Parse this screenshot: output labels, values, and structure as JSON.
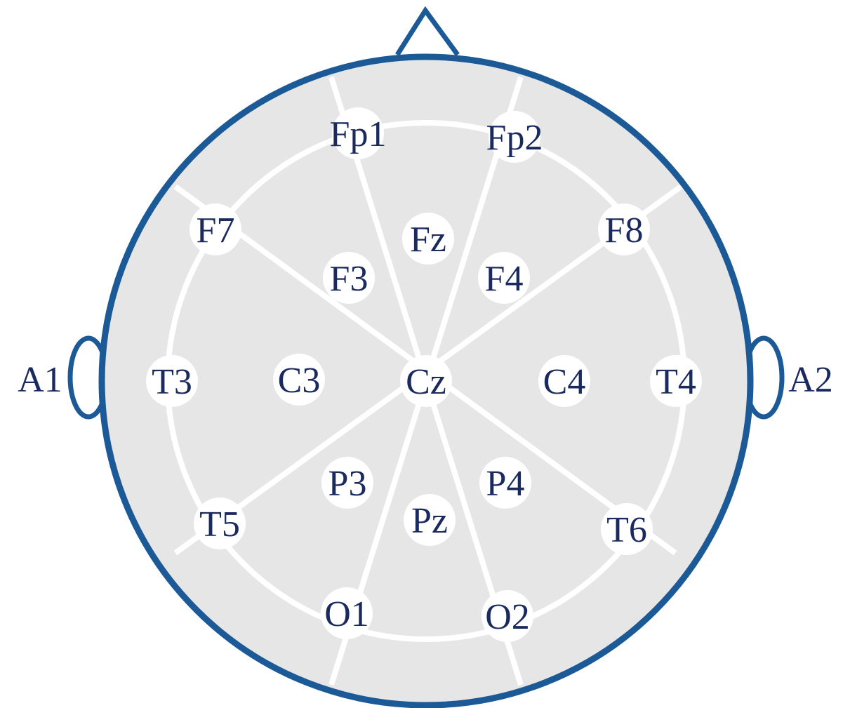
{
  "colors": {
    "outline": "#1b5a96",
    "scalp_fill": "#e6e6e6",
    "guide_lines": "#ffffff",
    "electrode_fill": "#ffffff",
    "label_text": "#1a2a5e"
  },
  "electrodes": [
    {
      "id": "fp1",
      "label": "Fp1"
    },
    {
      "id": "fp2",
      "label": "Fp2"
    },
    {
      "id": "f7",
      "label": "F7"
    },
    {
      "id": "f8",
      "label": "F8"
    },
    {
      "id": "fz",
      "label": "Fz"
    },
    {
      "id": "f3",
      "label": "F3"
    },
    {
      "id": "f4",
      "label": "F4"
    },
    {
      "id": "t3",
      "label": "T3"
    },
    {
      "id": "c3",
      "label": "C3"
    },
    {
      "id": "cz",
      "label": "Cz"
    },
    {
      "id": "c4",
      "label": "C4"
    },
    {
      "id": "t4",
      "label": "T4"
    },
    {
      "id": "p3",
      "label": "P3"
    },
    {
      "id": "p4",
      "label": "P4"
    },
    {
      "id": "pz",
      "label": "Pz"
    },
    {
      "id": "t5",
      "label": "T5"
    },
    {
      "id": "t6",
      "label": "T6"
    },
    {
      "id": "o1",
      "label": "O1"
    },
    {
      "id": "o2",
      "label": "O2"
    }
  ],
  "ears": [
    {
      "id": "a1",
      "label": "A1"
    },
    {
      "id": "a2",
      "label": "A2"
    }
  ]
}
